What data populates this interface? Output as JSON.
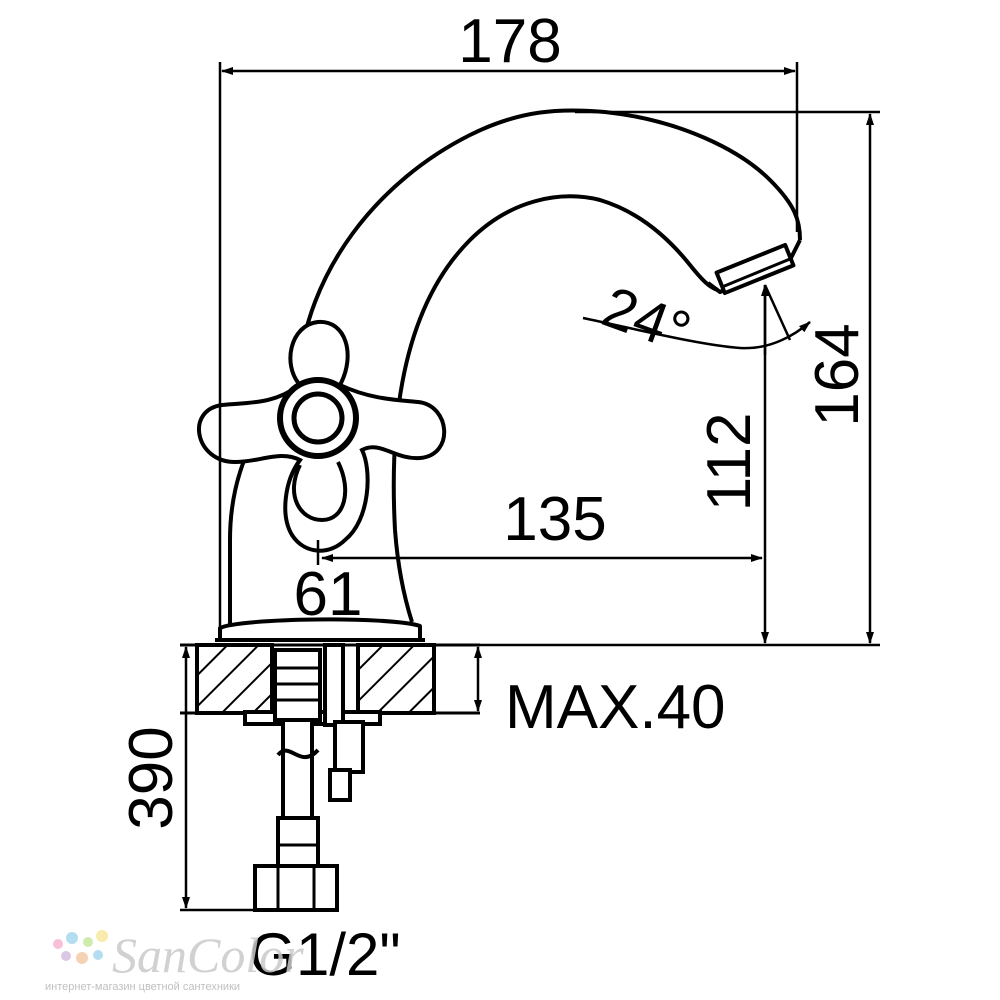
{
  "dimensions": {
    "overall_width": "178",
    "spout_reach": "135",
    "base_width": "61",
    "spout_height": "112",
    "total_height": "164",
    "spray_angle": "24°",
    "max_counter_thickness": "MAX.40",
    "hose_length": "390",
    "connection_thread": "G1/2\""
  },
  "watermark": {
    "brand": "SanColor",
    "tagline": "интернет-магазин цветной сантехники"
  },
  "colors": {
    "line": "#000000",
    "background": "#ffffff",
    "watermark_text": "#c9c9c9",
    "watermark_dots": [
      "#f7b6d2",
      "#a8d8f0",
      "#c7e9a0",
      "#f9e79f",
      "#d7bde2",
      "#f5cba7"
    ]
  }
}
